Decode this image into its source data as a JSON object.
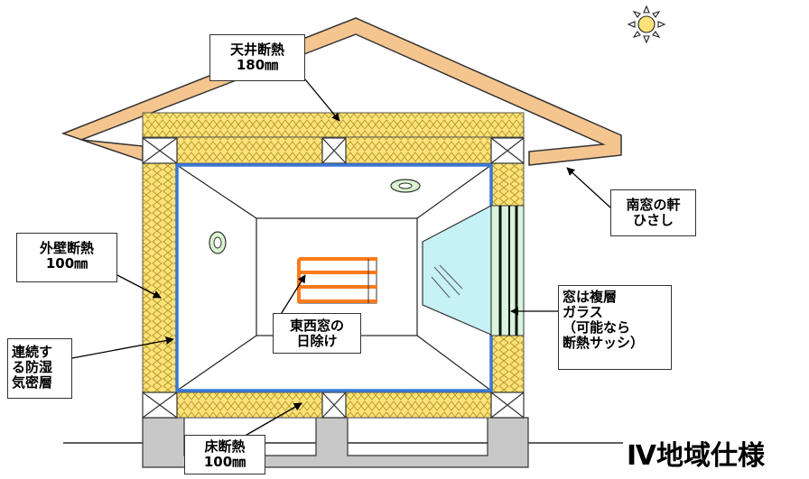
{
  "labels": {
    "ceiling": "天井断熱\n180㎜",
    "eaves": "南窓の軒\nひさし",
    "wall": "外壁断熱\n100㎜",
    "barrier": "連続す\nる防湿\n気密層",
    "shade": "東西窓の\n日除け",
    "window": "窓は複層\nガラス\n（可能なら\n断熱サッシ）",
    "floor": "床断熱\n100㎜"
  },
  "spec_title": "Ⅳ地域仕様",
  "icons": [
    "sun-icon"
  ],
  "colors": {
    "roof": "#f5c590",
    "insulation": "#fde27a",
    "air_barrier": "#3a78d6",
    "shade_orange": "#ff7a1a",
    "glass": "#c6f1f5",
    "foundation": "#c8c8c8"
  }
}
